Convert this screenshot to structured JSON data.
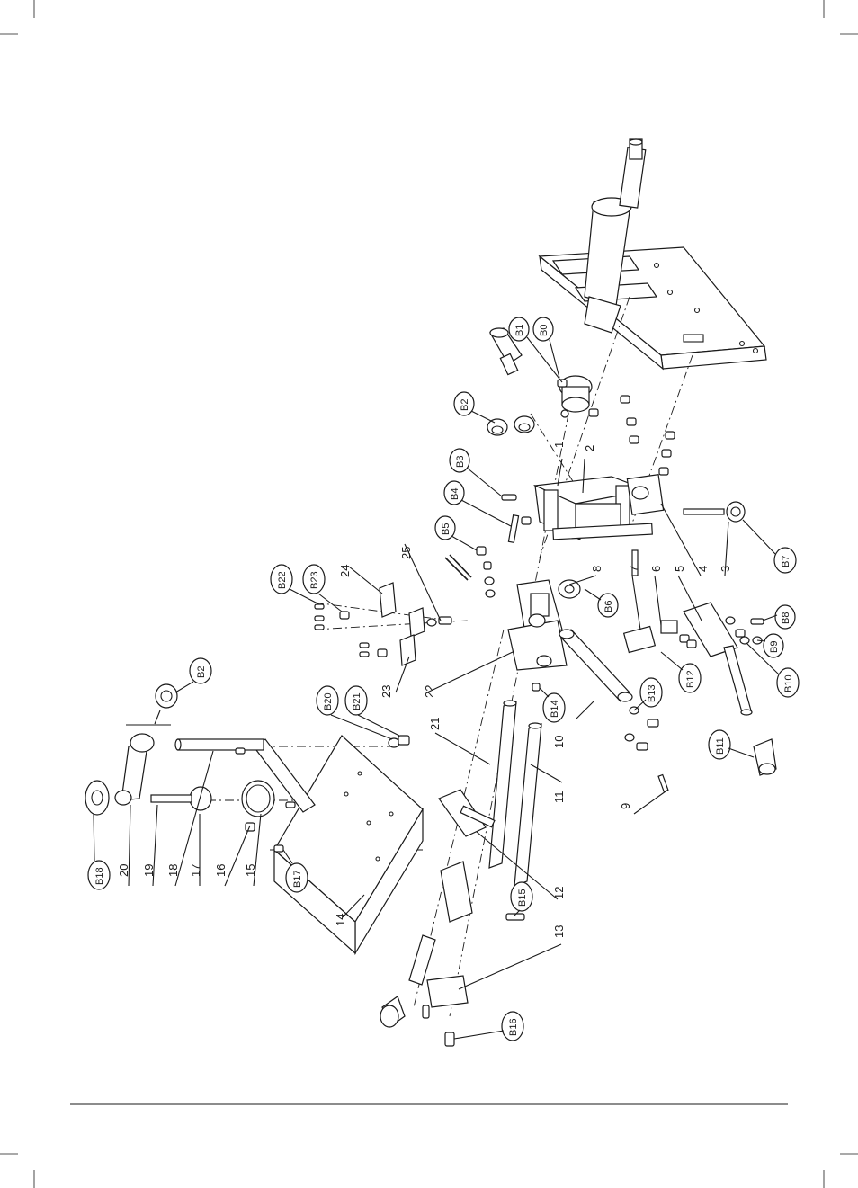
{
  "diagram": {
    "part_numbers": [
      "1",
      "2",
      "3",
      "4",
      "5",
      "6",
      "7",
      "8",
      "9",
      "10",
      "11",
      "12",
      "13",
      "14",
      "15",
      "16",
      "17",
      "18",
      "19",
      "20",
      "21",
      "22",
      "23",
      "24",
      "25"
    ],
    "bubble_labels": {
      "B0": "B0",
      "B1": "B1",
      "B2a": "B2",
      "B2b": "B2",
      "B3": "B3",
      "B4": "B4",
      "B5": "B5",
      "B6": "B6",
      "B7": "B7",
      "B8": "B8",
      "B9": "B9",
      "B10": "B10",
      "B11": "B11",
      "B12": "B12",
      "B13": "B13",
      "B14": "B14",
      "B15": "B15",
      "B16": "B16",
      "B17": "B17",
      "B18": "B18",
      "B20": "B20",
      "B21": "B21",
      "B22": "B22",
      "B23": "B23"
    }
  }
}
